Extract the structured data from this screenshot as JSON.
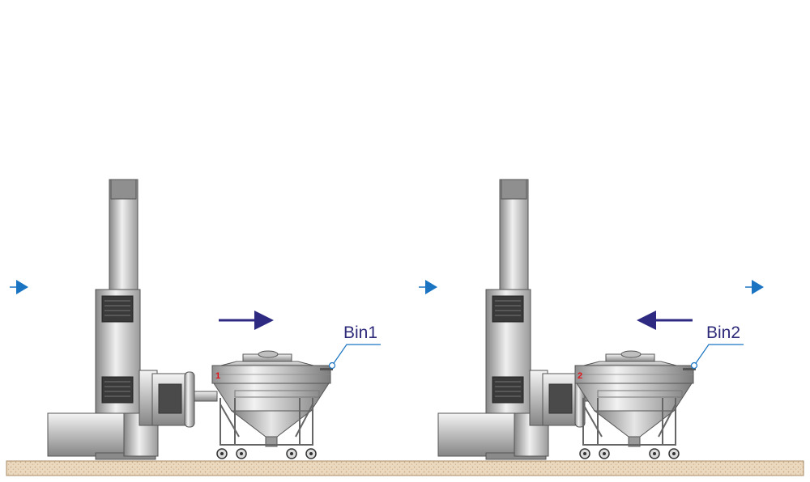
{
  "station1": {
    "bin_label": "Bin1",
    "bin_number": "1",
    "motion": "right"
  },
  "station2": {
    "bin_label": "Bin2",
    "bin_number": "2",
    "motion": "left"
  },
  "colors": {
    "motion_arrow": "#2e2a82",
    "flow_arrow": "#1a74c2",
    "callout_line": "#1a74c2",
    "bin_number": "#e3141b",
    "floor": "#e9d6bd",
    "steel": "#a0a0a0"
  }
}
